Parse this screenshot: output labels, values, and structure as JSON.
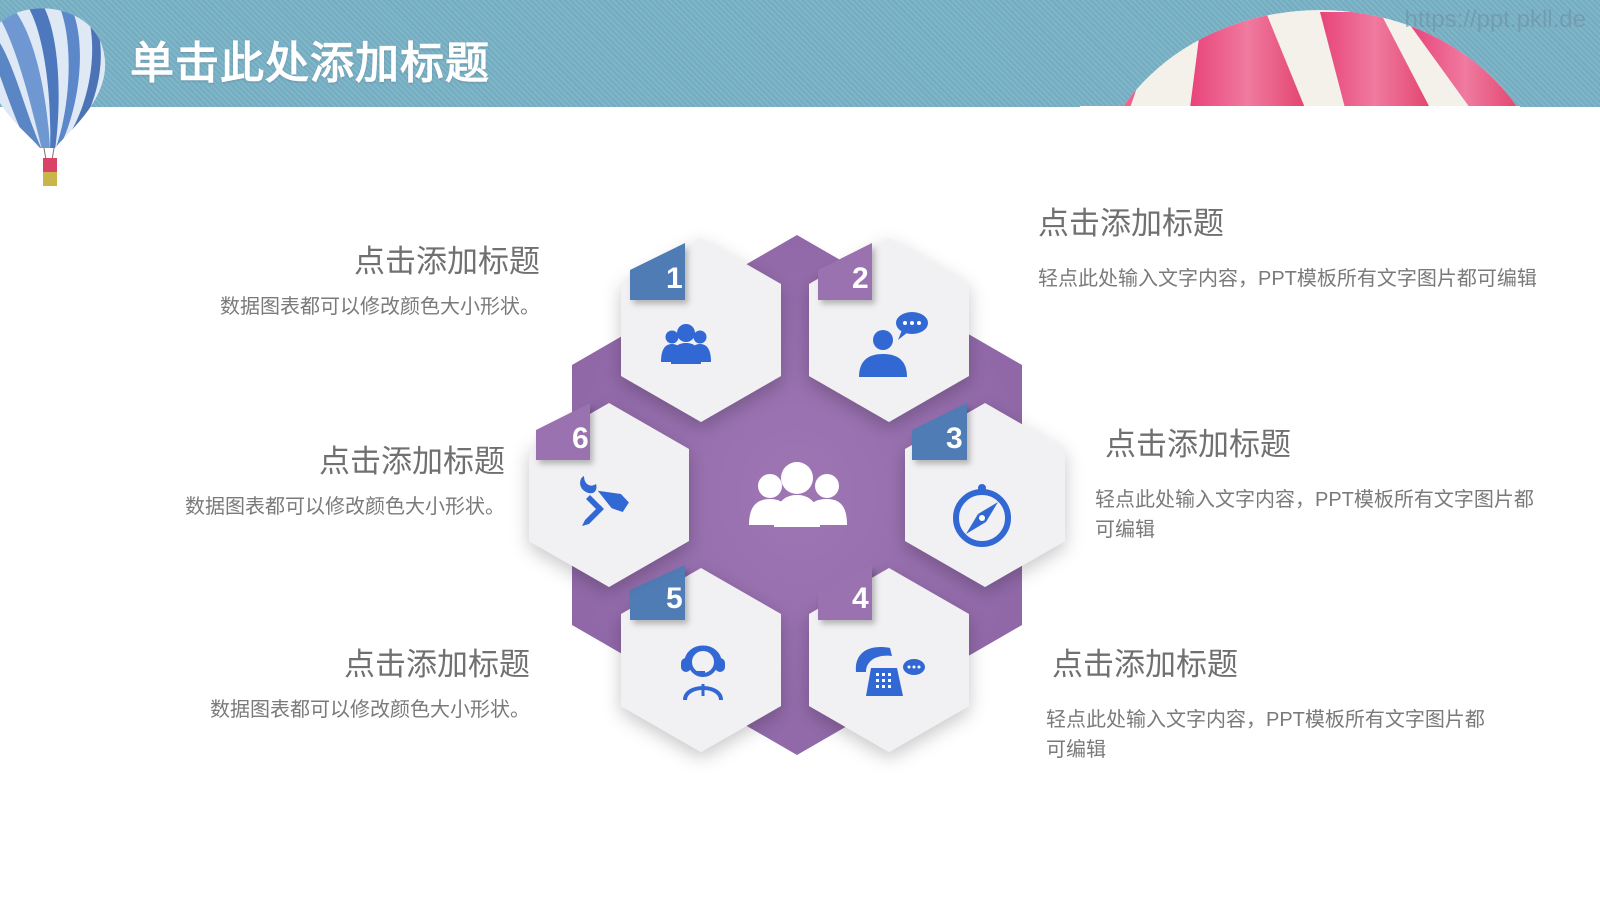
{
  "header": {
    "title": "单击此处添加标题",
    "watermark": "https://ppt.pkll.de",
    "bar_color": "#78b1c6"
  },
  "colors": {
    "outer_hex": "#9a72b0",
    "tile": "#f1f0f2",
    "icon_blue": "#3268d4",
    "tab_blue": "#4f7bb5",
    "tab_purple": "#9a72b0",
    "text_gray": "#707070"
  },
  "center": {
    "icon": "team-icon"
  },
  "hexagons": [
    {
      "number": "1",
      "icon": "group-icon",
      "tab_color": "blue"
    },
    {
      "number": "2",
      "icon": "user-chat-icon",
      "tab_color": "purple"
    },
    {
      "number": "3",
      "icon": "compass-icon",
      "tab_color": "blue"
    },
    {
      "number": "4",
      "icon": "telephone-icon",
      "tab_color": "purple"
    },
    {
      "number": "5",
      "icon": "headset-support-icon",
      "tab_color": "blue"
    },
    {
      "number": "6",
      "icon": "tools-icon",
      "tab_color": "purple"
    }
  ],
  "items": [
    {
      "title": "点击添加标题",
      "desc": "数据图表都可以修改颜色大小形状。"
    },
    {
      "title": "点击添加标题",
      "desc": "轻点此处输入文字内容，PPT模板所有文字图片都可编辑"
    },
    {
      "title": "点击添加标题",
      "desc": "轻点此处输入文字内容，PPT模板所有文字图片都可编辑"
    },
    {
      "title": "点击添加标题",
      "desc": "轻点此处输入文字内容，PPT模板所有文字图片都可编辑"
    },
    {
      "title": "点击添加标题",
      "desc": "数据图表都可以修改颜色大小形状。"
    },
    {
      "title": "点击添加标题",
      "desc": "数据图表都可以修改颜色大小形状。"
    }
  ]
}
